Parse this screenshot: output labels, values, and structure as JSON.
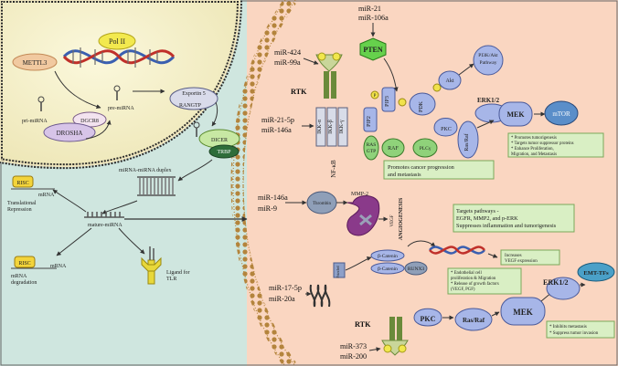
{
  "nucleus": {
    "pol_ii": "Pol II",
    "mettl3": "METTL3",
    "pri_mirna": "pri-miRNA",
    "dgcr8": "DGCR8",
    "drosha": "DROSHA",
    "pre_mirna": "pre-miRNA",
    "exportin5": "Exportin 5",
    "ranotp": "RANGTP"
  },
  "cytoplasm": {
    "dicer": "DICER",
    "trbp": "TRBP",
    "duplex": "miRNA-miRNA duplex",
    "mature_mirna": "mature-miRNA",
    "risc_top": "RISC",
    "mrna_top": "mRNA",
    "translational": "Translational",
    "repression": "Repression",
    "risc_bottom": "RISC",
    "mrna_bottom": "mRNA",
    "mrna_deg": "mRNA",
    "degradation": "degradation",
    "ligand": "Ligand for",
    "tlr": "TLR"
  },
  "right": {
    "mir21": "miR-21",
    "mir106a": "miR-106a",
    "pten": "PTEN",
    "mir424": "miR-424",
    "mir99a": "miR-99a",
    "rtk_top": "RTK",
    "p": "P",
    "pip3": "PIP3",
    "pip2": "PIP2",
    "pdk": "PDK",
    "akt": "Akt",
    "pi3k_akt": "PI3K/Akt",
    "pathway": "Pathway",
    "erk12_top": "ERK1/2",
    "mek_top": "MEK",
    "mtor": "mTOR",
    "ras_raf_top": "Ras/Raf",
    "pkc_top": "PKC",
    "plc": "PLCγ",
    "raf": "RAF",
    "ras": "RAS",
    "gtp": "GTP",
    "mir21_5p": "miR-21-5p",
    "mir146a_top": "miR-146a",
    "ikk_a": "IKK-α",
    "ikk_b": "IKK-β",
    "ikk_g": "IKK-γ",
    "nfkb": "NF-κB",
    "cancer1": "Promotes cancer progression",
    "cancer2": "and metastasis",
    "tumor1": "* Promotes tumorigenesis",
    "tumor2": "* Targets tumor suppressor proteins",
    "tumor3": "* Enhance Proliferation,",
    "tumor4": "Migration, and Metastasis",
    "mir146a_mid": "miR-146a",
    "mir9": "miR-9",
    "thrombin": "Thrombin",
    "mmp2": "MMP-2",
    "vegf": "VEGF",
    "angio": "ANGIOGENESIS",
    "targets1": "Targets pathways -",
    "targets2": "EGFR, MMP2, and p-ERK",
    "targets3": "Suppresses inflammation and tumorigenesis",
    "frizzled": "Frizzled",
    "bcat1": "β-Catenin",
    "bcat2": "β-Catenin",
    "runx3": "RUNX3",
    "vegfexpr1": "Increases",
    "vegfexpr2": "VEGF expression",
    "endo1": "* Endothelial cell",
    "endo2": "proliferation & Migration",
    "endo3": "* Release of growth factors",
    "endo4": "(VEGF, PGF)",
    "mir17_5p": "miR-17-5p",
    "mir20a": "miR-20a",
    "rtk_bottom": "RTK",
    "mir373": "miR-373",
    "mir200": "miR-200",
    "pkc_bottom": "PKC",
    "ras_raf_bottom": "Ras/Raf",
    "mek_bottom": "MEK",
    "erk12_bottom": "ERK1/2",
    "emt": "EMT-TFs",
    "meta1": "* Inhibits metastasis",
    "meta2": "* Suppress tumor invasion"
  }
}
